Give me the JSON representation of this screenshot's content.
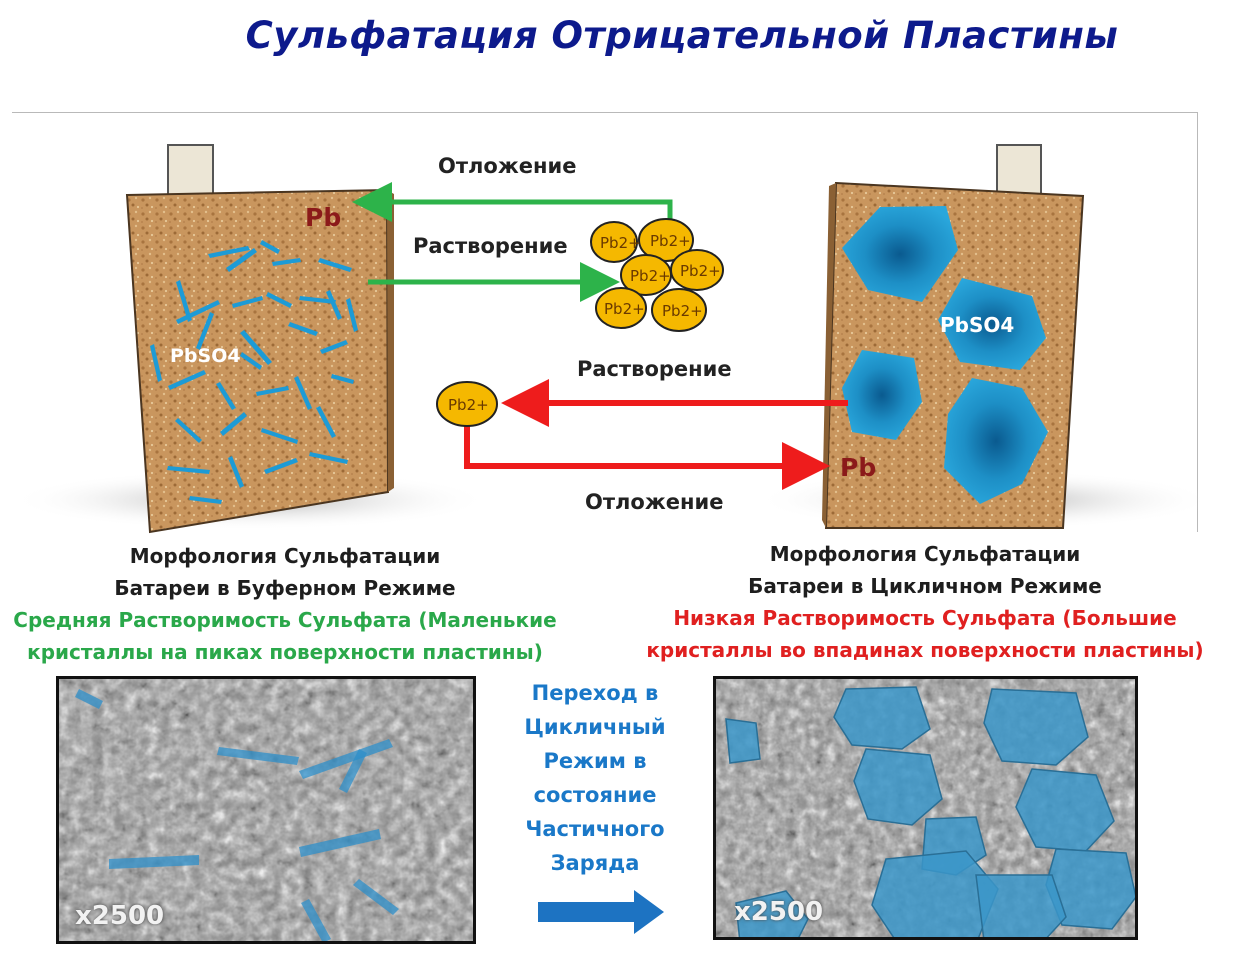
{
  "title": "Сульфатация Отрицательной Пластины",
  "diagram": {
    "label_deposition_top": "Отложение",
    "label_dissolution_top": "Растворение",
    "label_dissolution_bottom": "Растворение",
    "label_deposition_bottom": "Отложение",
    "plate_left_pb": "Pb",
    "plate_left_pbso4": "PbSO4",
    "plate_right_pb": "Pb",
    "plate_right_pbso4": "PbSO4",
    "ion_label": "Pb2+"
  },
  "captions": {
    "left_line1": "Морфология Сульфатации",
    "left_line2": "Батареи в Буферном Режиме",
    "left_line3": "Средняя Растворимость Сульфата (Маленькие",
    "left_line4": "кристаллы на пиках поверхности пластины)",
    "right_line1": "Морфология Сульфатации",
    "right_line2": "Батареи в Цикличном Режиме",
    "right_line3": "Низкая Растворимость Сульфата (Большие",
    "right_line4": "кристаллы во впадинах поверхности пластины)"
  },
  "transition": {
    "line1": "Переход в",
    "line2": "Цикличный",
    "line3": "Режим в",
    "line4": "состояние",
    "line5": "Частичного",
    "line6": "Заряда"
  },
  "photos": {
    "left_magnification": "x2500",
    "right_magnification": "x2500"
  },
  "colors": {
    "title": "#0d1a8c",
    "green_arrow": "#2db34a",
    "red_arrow": "#ee1c1c",
    "ion_fill": "#f5b800",
    "crystal_blue": "#1ea2d8",
    "transition_blue": "#1a78c8"
  }
}
